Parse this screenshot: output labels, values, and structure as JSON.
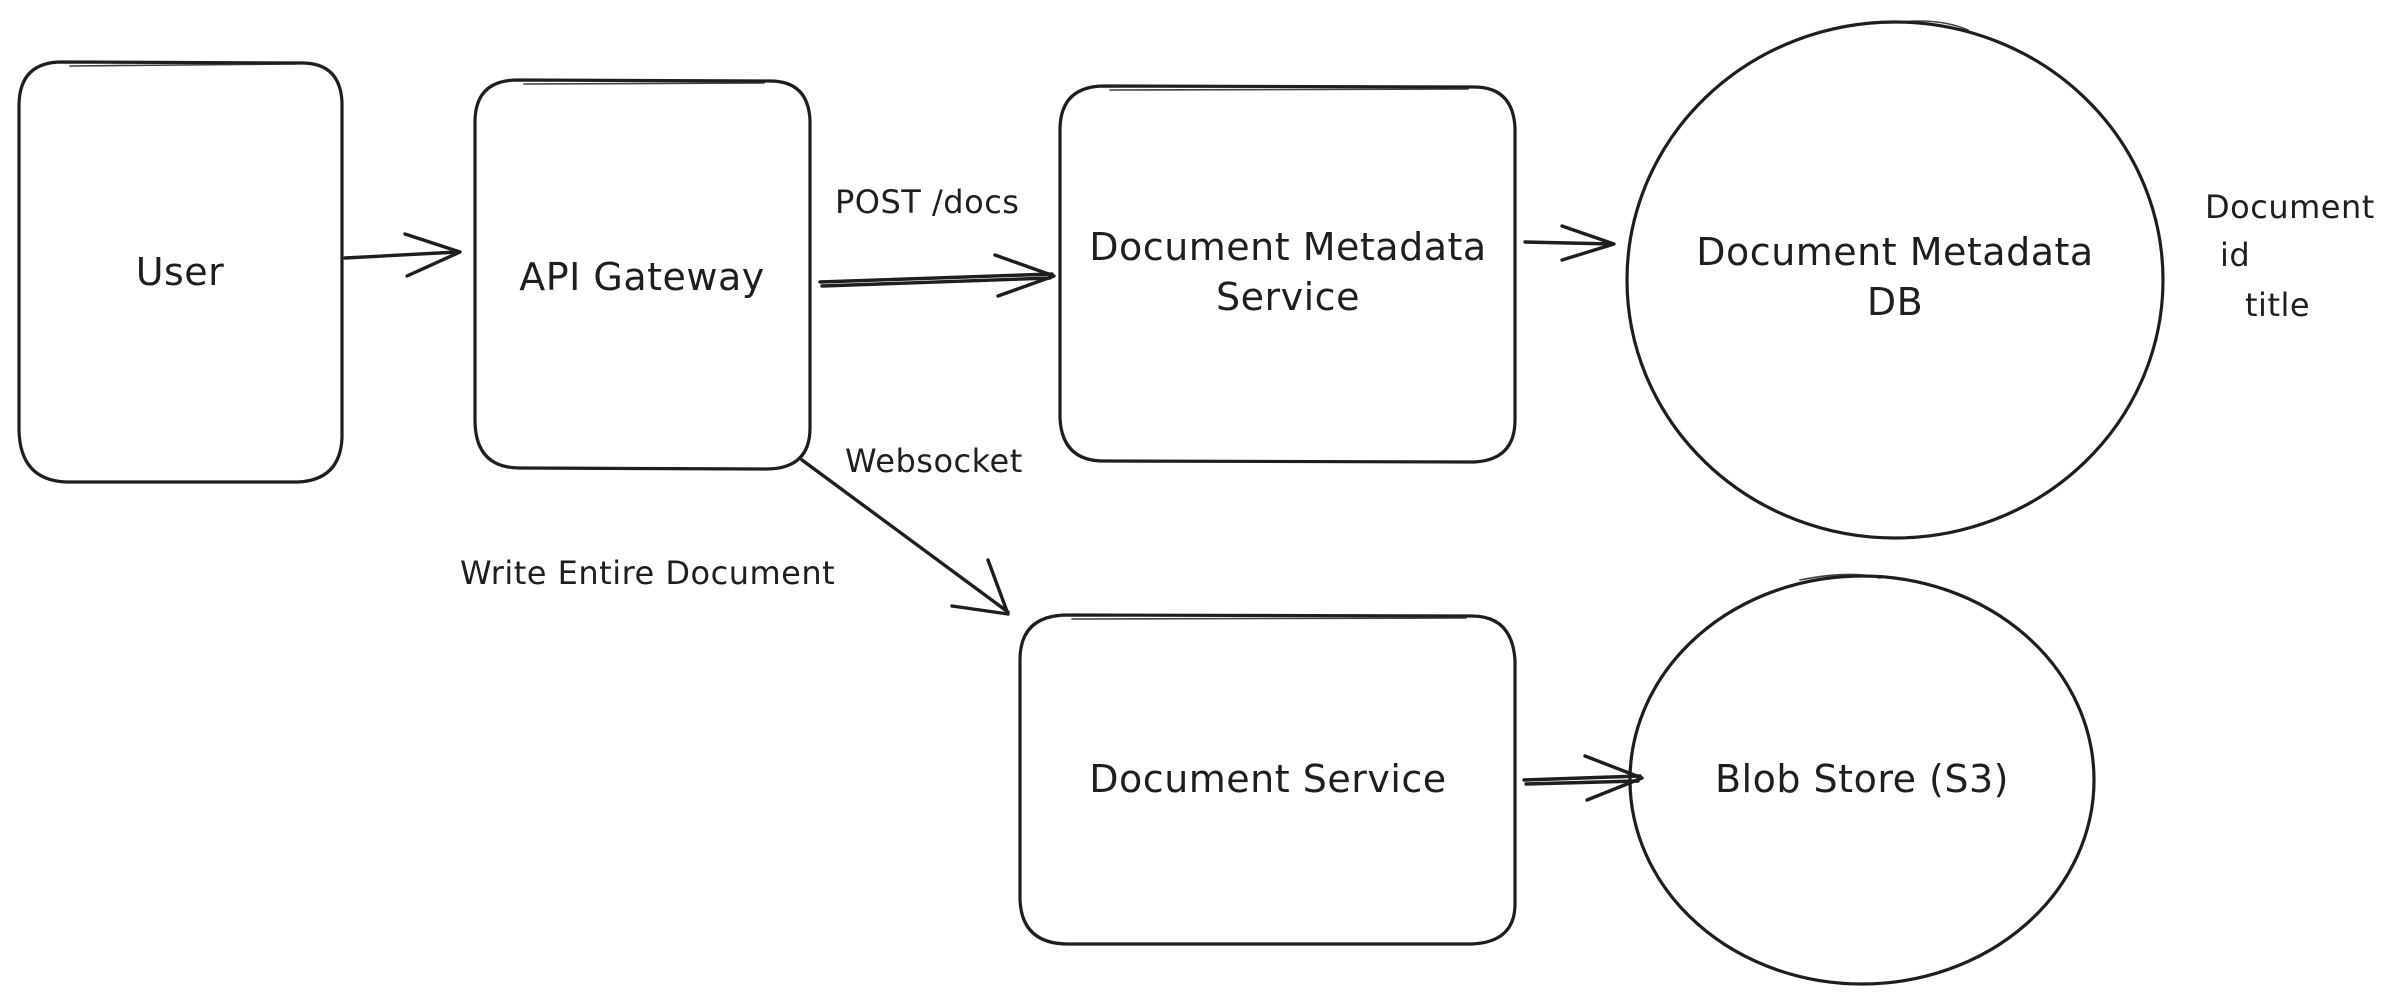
{
  "nodes": {
    "user": {
      "label": "User"
    },
    "api_gateway": {
      "label": "API Gateway"
    },
    "metadata_service": {
      "line1": "Document Metadata",
      "line2": "Service"
    },
    "metadata_db": {
      "line1": "Document Metadata",
      "line2": "DB"
    },
    "document_service": {
      "label": "Document Service"
    },
    "blob_store": {
      "label": "Blob Store (S3)"
    }
  },
  "edges": {
    "post_docs": "POST /docs",
    "websocket": "Websocket",
    "write_entire_document": "Write Entire Document"
  },
  "notes": {
    "schema": {
      "line1": "Document",
      "line2": "id",
      "line3": "title"
    }
  }
}
